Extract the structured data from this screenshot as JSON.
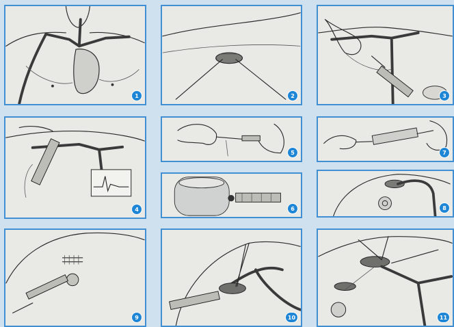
{
  "steps": [
    "1",
    "2",
    "3",
    "4",
    "5",
    "6",
    "7",
    "8",
    "9",
    "10",
    "11"
  ],
  "colors": {
    "background": "#cfe0ef",
    "panel_border": "#3f8fd2",
    "badge": "#1f86d6",
    "panel_fill": "#e9e9e6"
  }
}
